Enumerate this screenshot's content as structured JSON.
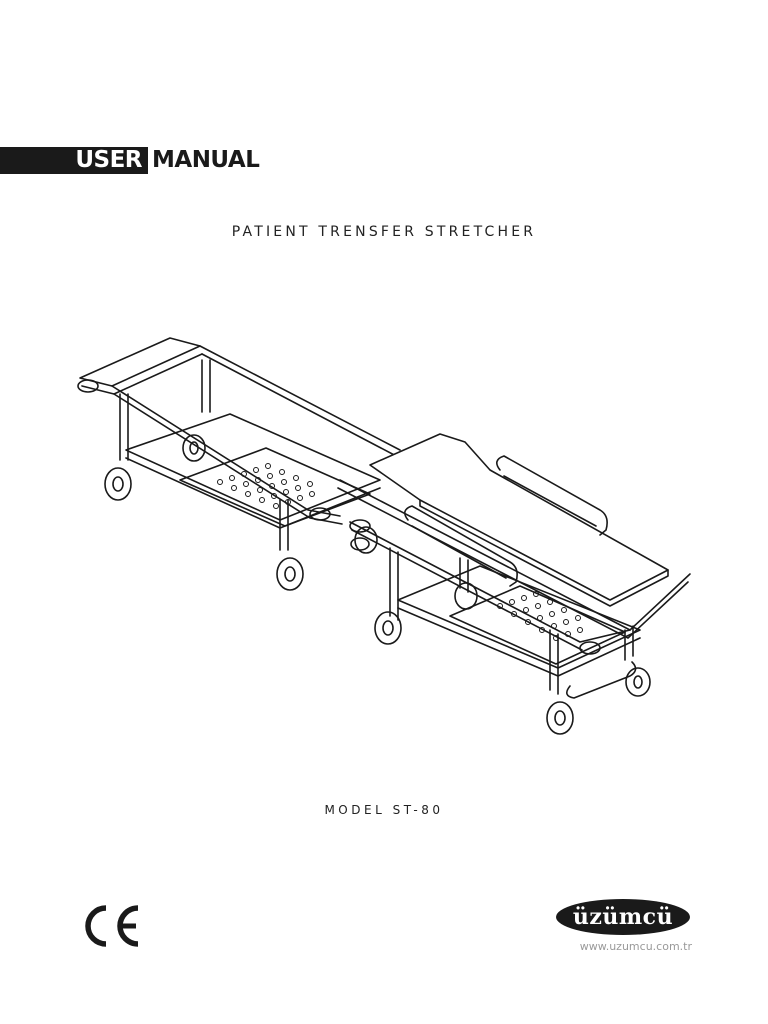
{
  "header": {
    "title_user": "USER",
    "title_manual": "MANUAL"
  },
  "product": {
    "name": "PATIENT TRENSFER STRETCHER",
    "model": "MODEL ST-80"
  },
  "footer": {
    "certification": "CE",
    "brand": "üzümcü",
    "website": "www.uzumcu.com.tr"
  },
  "illustration": {
    "subject": "two-patient-stretchers-line-drawing"
  },
  "colors": {
    "ink": "#1a1a1a",
    "paper": "#ffffff",
    "muted_text": "#9a9a9a"
  }
}
